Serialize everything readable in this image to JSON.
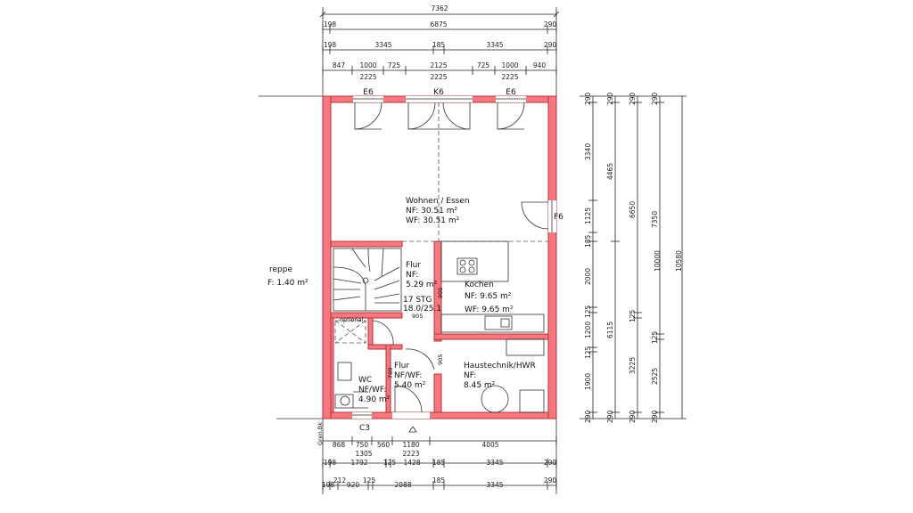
{
  "top_dims": {
    "row1": [
      "7362"
    ],
    "row2": [
      "198",
      "6875",
      "290"
    ],
    "row3": [
      "198",
      "3345",
      "185",
      "3345",
      "290"
    ],
    "row4": [
      "847",
      "1000",
      "725",
      "2125",
      "725",
      "1000",
      "940"
    ],
    "row4_sub": [
      "2225",
      "2225",
      "2225"
    ]
  },
  "windows": {
    "left": "E6",
    "center": "K6",
    "right": "E6",
    "side": "F6",
    "bottom": "C3"
  },
  "rooms": {
    "wohnen": {
      "name": "Wohnen / Essen",
      "nf": "NF: 30.51 m²",
      "wf": "WF: 30.51 m²"
    },
    "flur_upper": {
      "name": "Flur",
      "nf": "NF:",
      "area": "5.29 m²"
    },
    "stair": {
      "count": "17 STG",
      "ratio": "18.0/25.1",
      "width": "905"
    },
    "kochen": {
      "name": "Kochen",
      "nf": "NF: 9.65 m²",
      "wf": "WF: 9.65 m²"
    },
    "haustechnik": {
      "name": "Haustechnik/HWR",
      "nf": "NF:",
      "area": "8.45 m²"
    },
    "flur_lower": {
      "name": "Flur",
      "nfwf": "NF/WF:",
      "area": "5.40 m²",
      "wall_dim": "780"
    },
    "wc": {
      "name": "WC",
      "nfwf": "NF/WF:",
      "area": "4.90 m²"
    },
    "optional": "optional",
    "treppe": {
      "name": "reppe",
      "area": "F: 1.40 m²"
    },
    "gren": "Gren.Bk",
    "door_dim_upper": "905",
    "door_dim_lower": "905"
  },
  "right_dims": {
    "col1": [
      "290",
      "3340",
      "1125",
      "185",
      "2000",
      "125",
      "1200",
      "125",
      "1900",
      "290"
    ],
    "col2": [
      "290",
      "4465",
      "6115",
      "290"
    ],
    "col3": [
      "290",
      "6650",
      "125",
      "3225",
      "290"
    ],
    "col4": [
      "290",
      "7350",
      "125",
      "2525",
      "290"
    ],
    "col5": [
      "10000"
    ],
    "col6": [
      "10580"
    ]
  },
  "bottom_dims": {
    "row1": [
      "868",
      "750",
      "560",
      "1180",
      "4005"
    ],
    "row1_sub": [
      "1305",
      "2223"
    ],
    "row2": [
      "198",
      "1792",
      "125",
      "1428",
      "185",
      "3345",
      "290"
    ],
    "row3": [
      "198",
      "212",
      "920",
      "125",
      "2088",
      "185",
      "3345",
      "290"
    ]
  },
  "colors": {
    "wall": "#f4787e",
    "wall_stroke": "#b8323a"
  }
}
